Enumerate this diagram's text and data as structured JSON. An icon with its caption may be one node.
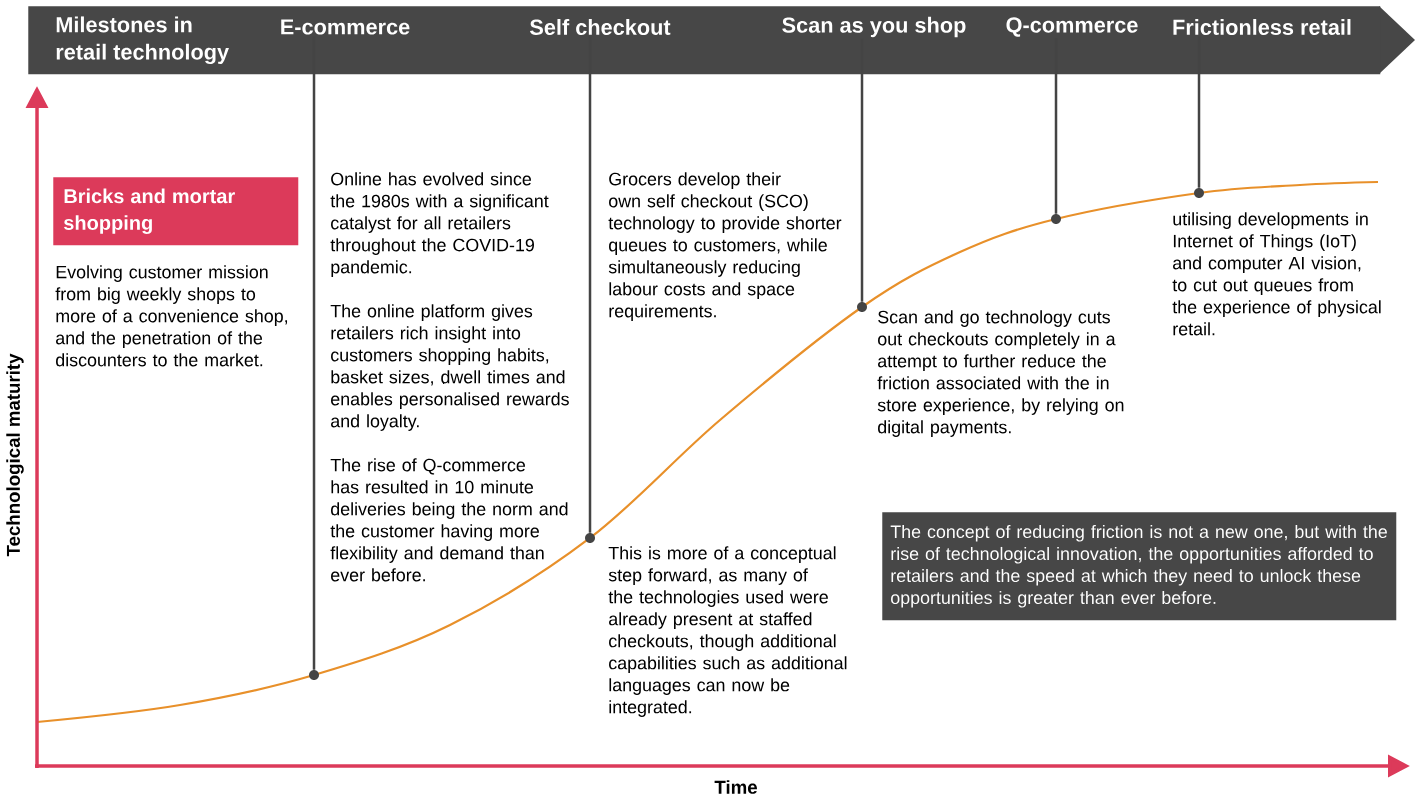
{
  "diagram": {
    "nodes": [
      {
        "text": [
          "Milestones in retail technology"
        ]
      },
      {
        "text": [
          "E-commerce"
        ],
        "in": 0
      },
      {
        "text": [
          "Self checkout"
        ],
        "in": 0
      },
      {
        "text": [
          "Scan as you shop"
        ],
        "in": 0
      },
      {
        "text": [
          "Q-commerce"
        ],
        "in": 0
      },
      {
        "text": [
          "Frictionless retail"
        ],
        "in": 0
      },
      {
        "text": [],
        "shape": "circle"
      },
      {
        "text": [],
        "shape": "circle"
      },
      {
        "text": [],
        "shape": "circle"
      },
      {
        "text": [],
        "shape": "circle"
      },
      {
        "text": [],
        "shape": "circle"
      },
      {
        "text": [
          "Bricks and mortar shopping"
        ]
      },
      {
        "text": [
          "The concept of reducing friction is not a new one, but with the rise of technological innovation, the opportunities afforded to retailers and the speed at which they need to unlock these opportunities is greater than ever before."
        ]
      }
    ],
    "edges": [
      {
        "from": 1,
        "to": 6,
        "arrow": "none"
      },
      {
        "from": 2,
        "to": 7,
        "arrow": "none"
      },
      {
        "from": 3,
        "to": 8,
        "arrow": "none"
      },
      {
        "from": 4,
        "to": 9,
        "arrow": "none"
      },
      {
        "from": 5,
        "to": 10,
        "arrow": "none"
      }
    ],
    "labels": [
      "Evolving customer mission from big weekly shops to more of a convenience shop, and the penetration of the discounters to the market.",
      "Online has evolved since the 1980s with a significant catalyst for all retailers throughout the COVID-19 pandemic.",
      "The online platform gives retailers rich insight into customers shopping habits, basket sizes, dwell times and enables personalised rewards and loyalty.",
      "The rise of Q-commerce has resulted in 10 minute deliveries being the norm and the customer having more flexibility and demand than ever before.",
      "Grocers develop their own self checkout (SCO) technology to provide shorter queues to customers, while simultaneously reducing labour costs and space requirements.",
      "This is more of a conceptual step forward, as many of the technologies used were already present at staffed checkouts, though additional capabilities such as additional languages can now be integrated.",
      "Scan and go technology cuts out checkouts completely in a attempt to further reduce the friction associated with the in store experience, by relying on digital payments.",
      "utilising developments in Internet of Things (IoT) and computer AI vision, to cut out queues from the experience of physical retail.",
      "Technological maturity",
      "Time"
    ]
  }
}
